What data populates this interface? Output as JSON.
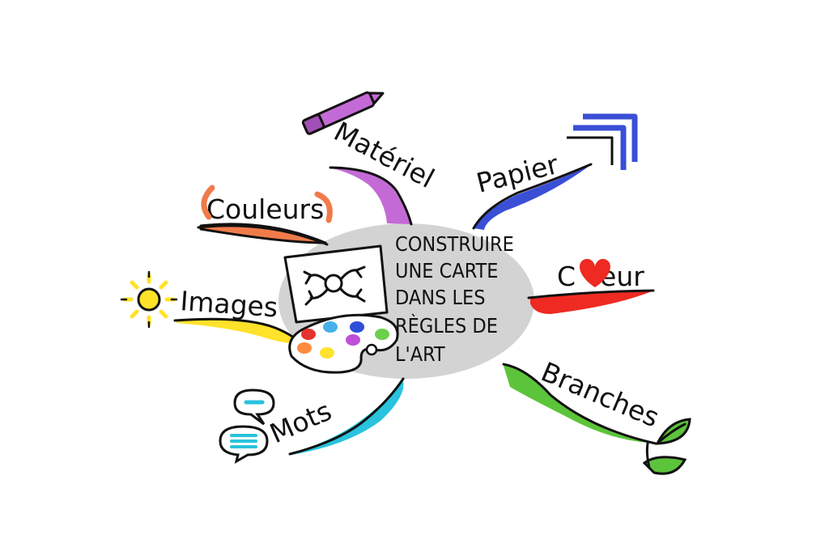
{
  "center": {
    "lines": [
      "CONSTRUIRE",
      "UNE CARTE",
      "DANS LES",
      "RÈGLES DE",
      "L'ART"
    ]
  },
  "branches": {
    "couleurs": {
      "label": "Couleurs",
      "color": "#f07b4a",
      "icon": "color-arc-icon"
    },
    "materiel": {
      "label": "Matériel",
      "color": "#c46ad6",
      "icon": "marker-pen-icon"
    },
    "papier": {
      "label": "Papier",
      "color": "#3a4fd6",
      "icon": "paper-stack-icon"
    },
    "coeur_prefix": "C",
    "coeur_suffix": "eur",
    "coeur": {
      "color": "#ee2a22",
      "icon": "heart-icon"
    },
    "branches": {
      "label": "Branches",
      "color": "#5cc43a",
      "icon": "leaves-icon"
    },
    "mots": {
      "label": "Mots",
      "color": "#29c3dd",
      "icon": "speech-bubbles-icon"
    },
    "images": {
      "label": "Images",
      "color": "#ffe22a",
      "icon": "sun-icon"
    }
  },
  "palette_colors": [
    "#ff8a3d",
    "#e4342f",
    "#46b0e8",
    "#2f4fd8",
    "#6bd04a",
    "#ffe130",
    "#c04fd8"
  ],
  "center_blob_color": "#d3d3d3"
}
